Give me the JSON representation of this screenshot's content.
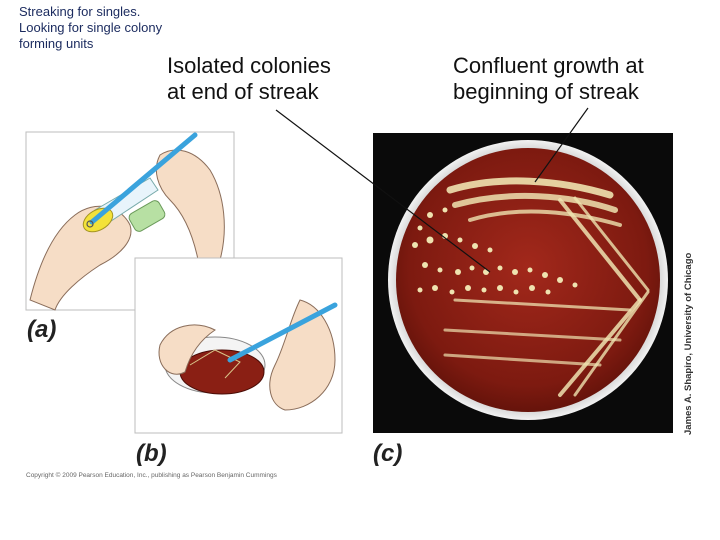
{
  "slide_title": "Streaking for singles. Looking for single colony forming units",
  "captions": {
    "isolated": [
      "Isolated colonies",
      "at end of streak"
    ],
    "confluent": [
      "Confluent growth at",
      "beginning of streak"
    ]
  },
  "panel_labels": {
    "a": "(a)",
    "b": "(b)",
    "c": "(c)"
  },
  "photo_credit": "James A. Shapiro, University of Chicago",
  "copyright": "Copyright © 2009 Pearson Education, Inc., publishing as Pearson Benjamin Cummings",
  "colors": {
    "agar": "#8a1f14",
    "colony": "#efe3b0",
    "loop": "#3aa3dd",
    "hand": "#f6ddc6"
  }
}
